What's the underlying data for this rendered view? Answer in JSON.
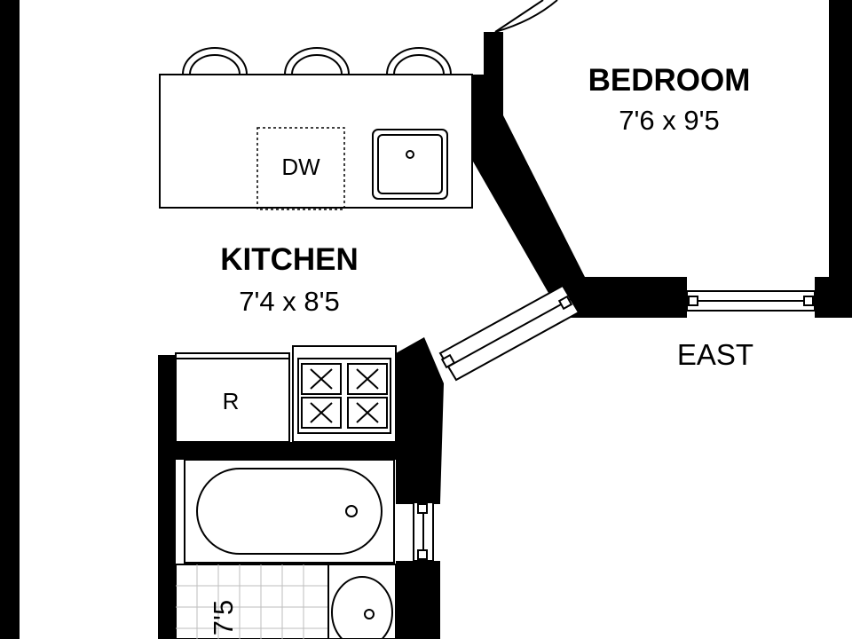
{
  "plan": {
    "rooms": [
      {
        "id": "bedroom",
        "name": "BEDROOM",
        "dimensions": "7'6 x 9'5"
      },
      {
        "id": "kitchen",
        "name": "KITCHEN",
        "dimensions": "7'4 x 8'5"
      },
      {
        "id": "bath",
        "name": "",
        "dimensions": "7'5"
      }
    ],
    "fixtures": {
      "dishwasher": "DW",
      "refrigerator": "R"
    },
    "compass": "EAST"
  }
}
